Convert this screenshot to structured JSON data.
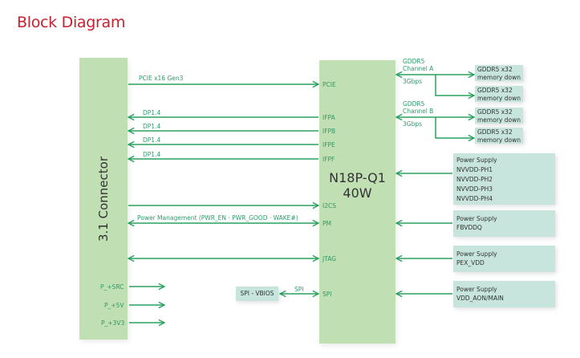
{
  "title": "Block Diagram",
  "colors": {
    "title": "#c8202f",
    "block": "#c0dfb2",
    "box": "#c7e5dc",
    "wire": "#2aa15f",
    "label": "#2e9a6a"
  },
  "connector": {
    "label": "3.1 Connector"
  },
  "chip": {
    "name": "N18P-Q1",
    "power": "40W"
  },
  "links": {
    "pcie": "PCIE x16 Gen3",
    "dp": [
      "DP1.4",
      "DP1.4",
      "DP1.4",
      "DP1.4"
    ],
    "pm": "Power Management (PWR_EN  ·  PWR_GOOD  · WAKE#)",
    "spi": "SPI"
  },
  "chip_pins": [
    "PCIE",
    "IFPA",
    "IFPB",
    "IFPE",
    "IFPF",
    "I2CS",
    "PM",
    "JTAG",
    "SPI"
  ],
  "connector_power": [
    "P_+SRC",
    "P_+5V",
    "P_+3V3"
  ],
  "memory": {
    "channel_a": {
      "line1": "GDDR5",
      "line2": "Channel A",
      "speed": "3Gbps"
    },
    "channel_b": {
      "line1": "GDDR5",
      "line2": "Channel B",
      "speed": "3Gbps"
    },
    "devices": [
      {
        "line1": "GDDR5 x32",
        "line2": "memory down"
      },
      {
        "line1": "GDDR5 x32",
        "line2": "memory down"
      },
      {
        "line1": "GDDR5 x32",
        "line2": "memory down"
      },
      {
        "line1": "GDDR5 x32",
        "line2": "memory down"
      }
    ]
  },
  "spi_vbios": "SPI - VBIOS",
  "power_supplies": [
    {
      "title": "Power Supply",
      "rails": [
        "NVVDD-PH1",
        "NVVDD-PH2",
        "NVVDD-PH3",
        "NVVDD-PH4"
      ]
    },
    {
      "title": "Power Supply",
      "rails": [
        "FBVDDQ"
      ]
    },
    {
      "title": "Power Supply",
      "rails": [
        "PEX_VDD"
      ]
    },
    {
      "title": "Power Supply",
      "rails": [
        "VDD_AON/MAIN"
      ]
    }
  ]
}
